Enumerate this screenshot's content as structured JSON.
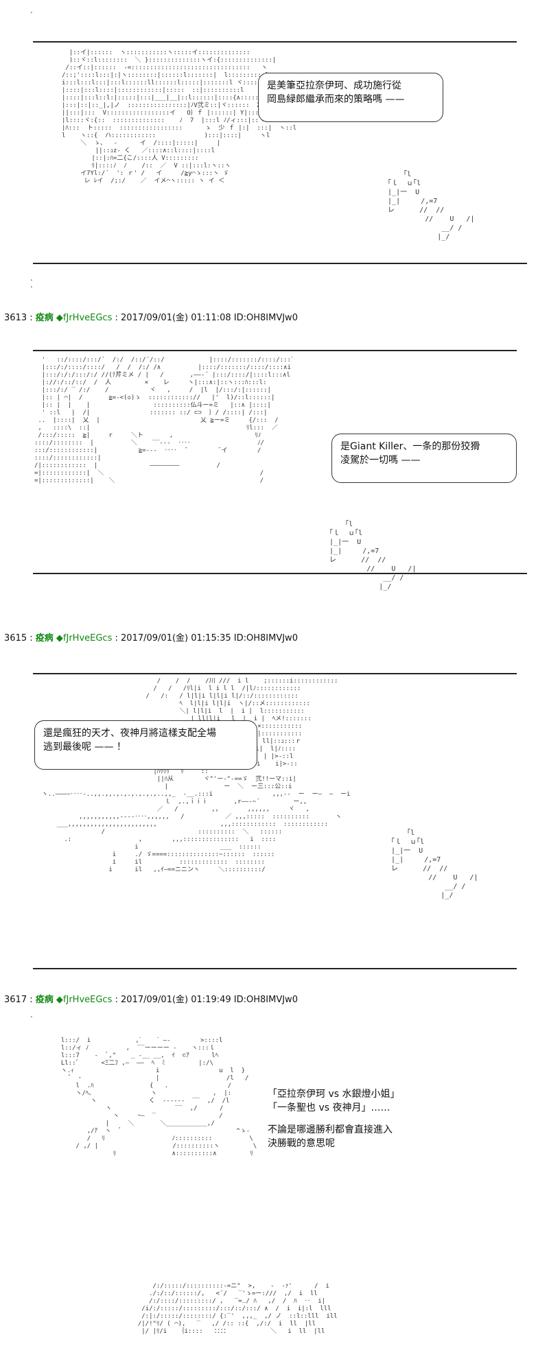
{
  "dots_top": ".",
  "dots_after_panel1": ".\n.",
  "dots_bottom": ".",
  "post_common": {
    "name": "疫病",
    "trip": "◆fJrHveEGcs",
    "colon": ":",
    "date": "2017/09/01(金)",
    "id": "ID:OH8IMVJw0"
  },
  "posts": [
    {
      "number": "3613",
      "time": "01:11:08"
    },
    {
      "number": "3615",
      "time": "01:15:35"
    },
    {
      "number": "3617",
      "time": "01:19:49"
    }
  ],
  "panel1": {
    "bubble": [
      "是美筆亞拉奈伊珂、成功施行從",
      "岡島緑郎繼承而來的策略嗎 ——"
    ]
  },
  "panel2": {
    "bubble": [
      "是Giant Killer、一条的那份狡猾",
      "凌駕於一切嗎 ——"
    ]
  },
  "panel3": {
    "bubble": [
      "還是瘋狂的天才、夜神月將這樣支配全場",
      "逃到最後呢 —— ！"
    ]
  },
  "panel4": {
    "caption": [
      "「亞拉奈伊珂 vs 水銀燈小姐」",
      "「一条聖也 vs 夜神月」……",
      "不論是哪邊勝利都會直接進入",
      "決勝戰的意思呢"
    ]
  }
}
